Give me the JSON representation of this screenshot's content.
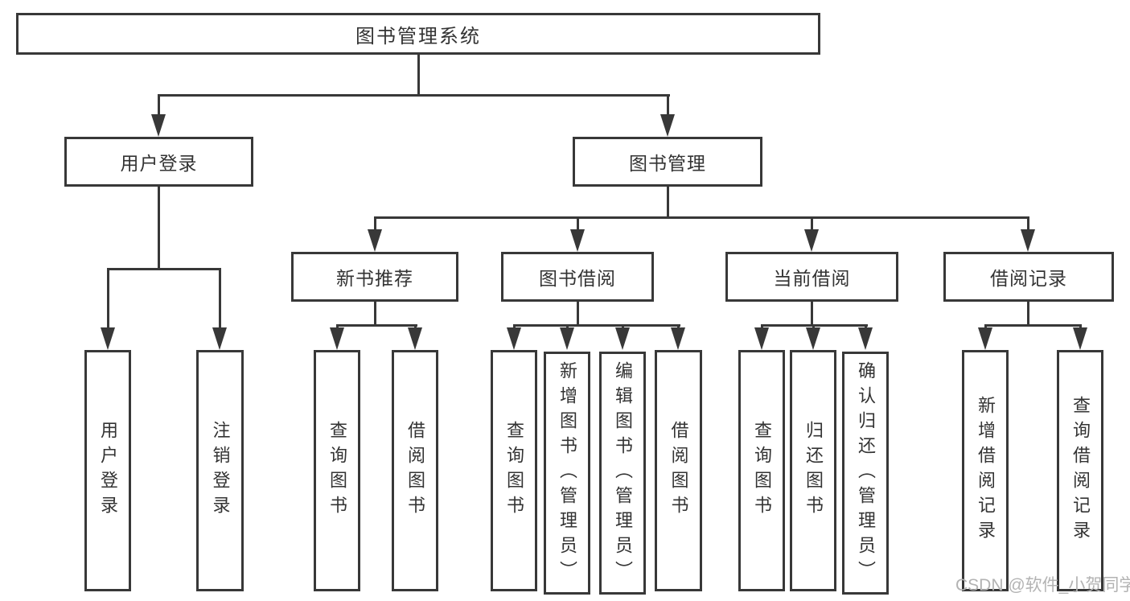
{
  "nodes": {
    "root": "图书管理系统",
    "user_login": "用户登录",
    "book_management": "图书管理",
    "new_book_recommend": "新书推荐",
    "book_borrow": "图书借阅",
    "current_borrow": "当前借阅",
    "borrow_records": "借阅记录",
    "leaf_user_login": "用户登录",
    "leaf_logout": "注销登录",
    "leaf_query_books_1": "查询图书",
    "leaf_borrow_books_1": "借阅图书",
    "leaf_query_books_2": "查询图书",
    "leaf_add_books_admin": "新增图书（管理员）",
    "leaf_edit_books_admin": "编辑图书（管理员）",
    "leaf_borrow_books_2": "借阅图书",
    "leaf_query_books_3": "查询图书",
    "leaf_return_books": "归还图书",
    "leaf_confirm_return_admin": "确认归还（管理员）",
    "leaf_add_borrow_record": "新增借阅记录",
    "leaf_query_borrow_record": "查询借阅记录"
  },
  "watermark": "CSDN @软件_小贺同学",
  "colors": {
    "line": "#383838",
    "text": "#333333",
    "box_bg": "#ffffff",
    "watermark": "#b3b3b3"
  }
}
